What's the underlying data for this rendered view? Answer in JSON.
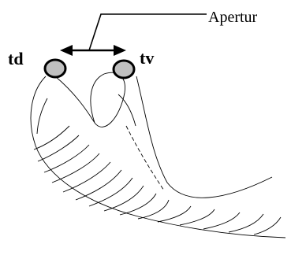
{
  "labels": {
    "aperture": "Apertur",
    "dorsal_tip": "td",
    "ventral_tip": "tv"
  },
  "colors": {
    "tip_fill": "#c0c0c0",
    "stroke": "#000000",
    "background": "#ffffff"
  }
}
